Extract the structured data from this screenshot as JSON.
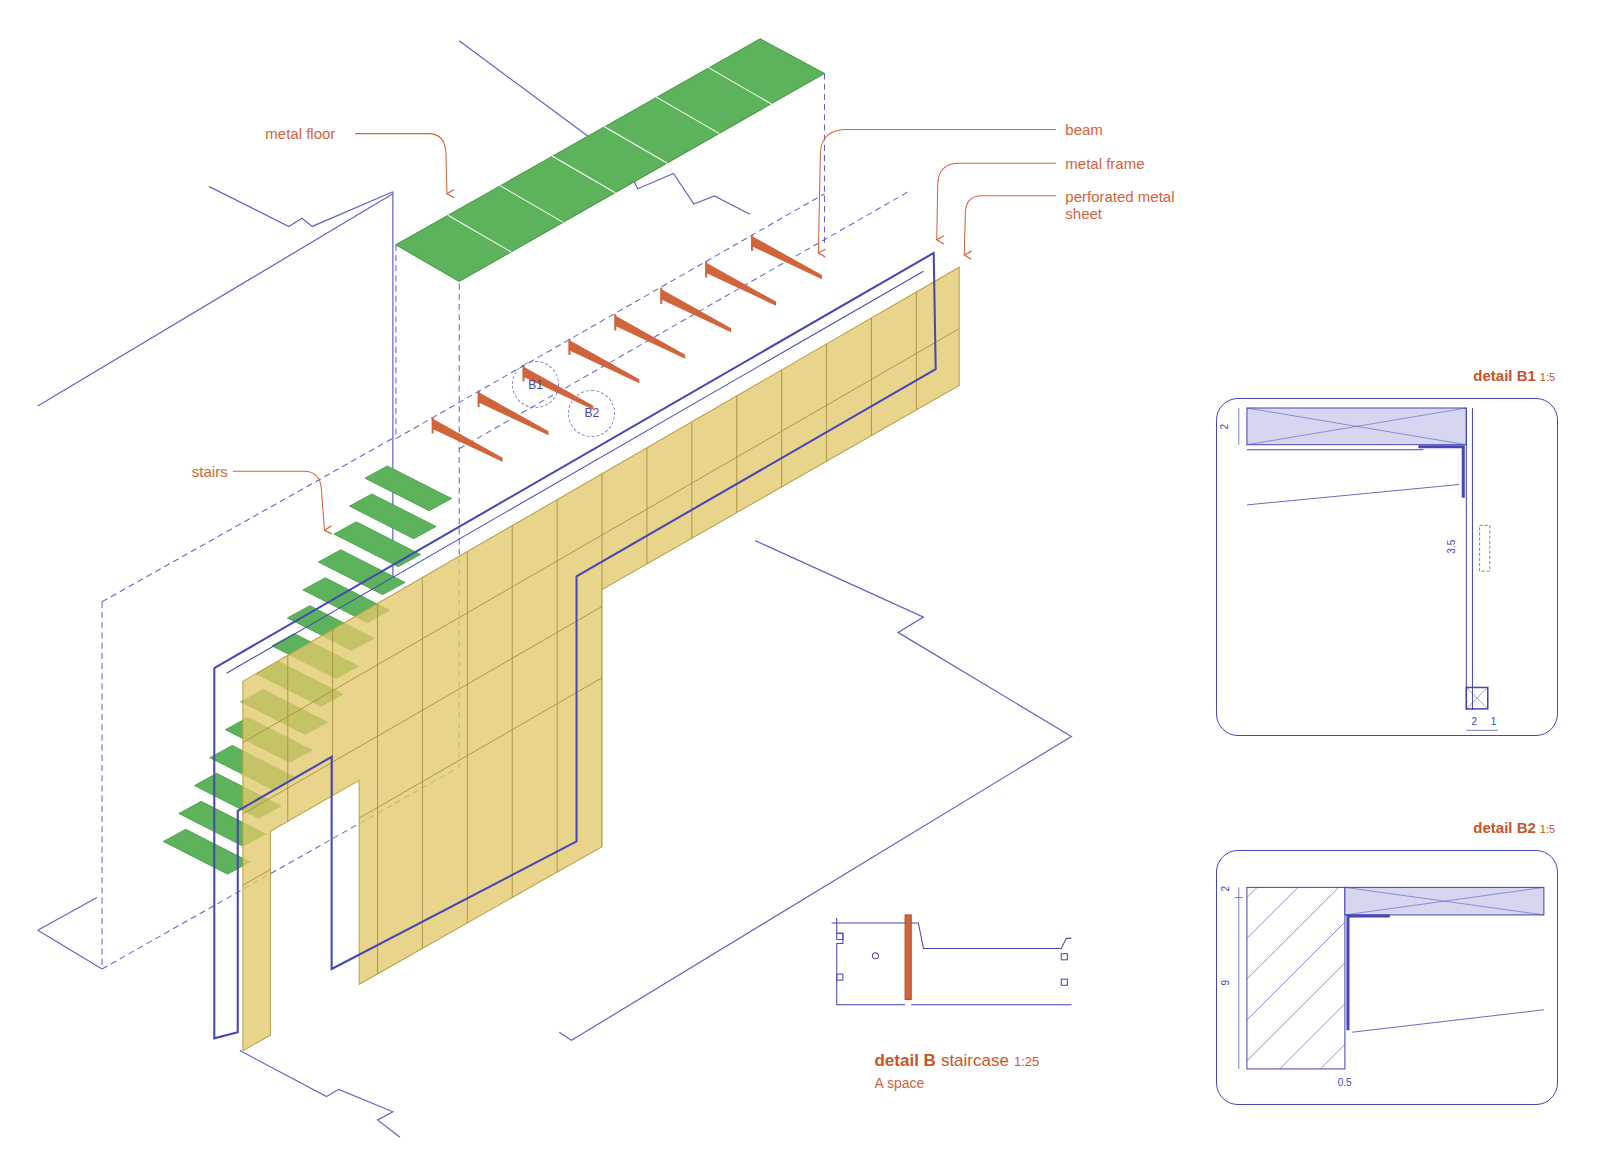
{
  "diagram": {
    "nodes": [
      {
        "text": [
          "B1"
        ]
      },
      {
        "text": [
          "B2"
        ]
      },
      {
        "text": [
          "detail B1",
          "1:5"
        ]
      },
      {
        "text": [
          "detail B2",
          "1:5"
        ]
      }
    ],
    "labels": [
      "metal floor",
      "beam",
      "metal frame",
      "perforated metal sheet",
      "stairs",
      "2",
      "3.5",
      "2",
      "1",
      "2",
      "9",
      "0.5",
      "detail B",
      "staircase",
      "1:25",
      "A space"
    ]
  }
}
